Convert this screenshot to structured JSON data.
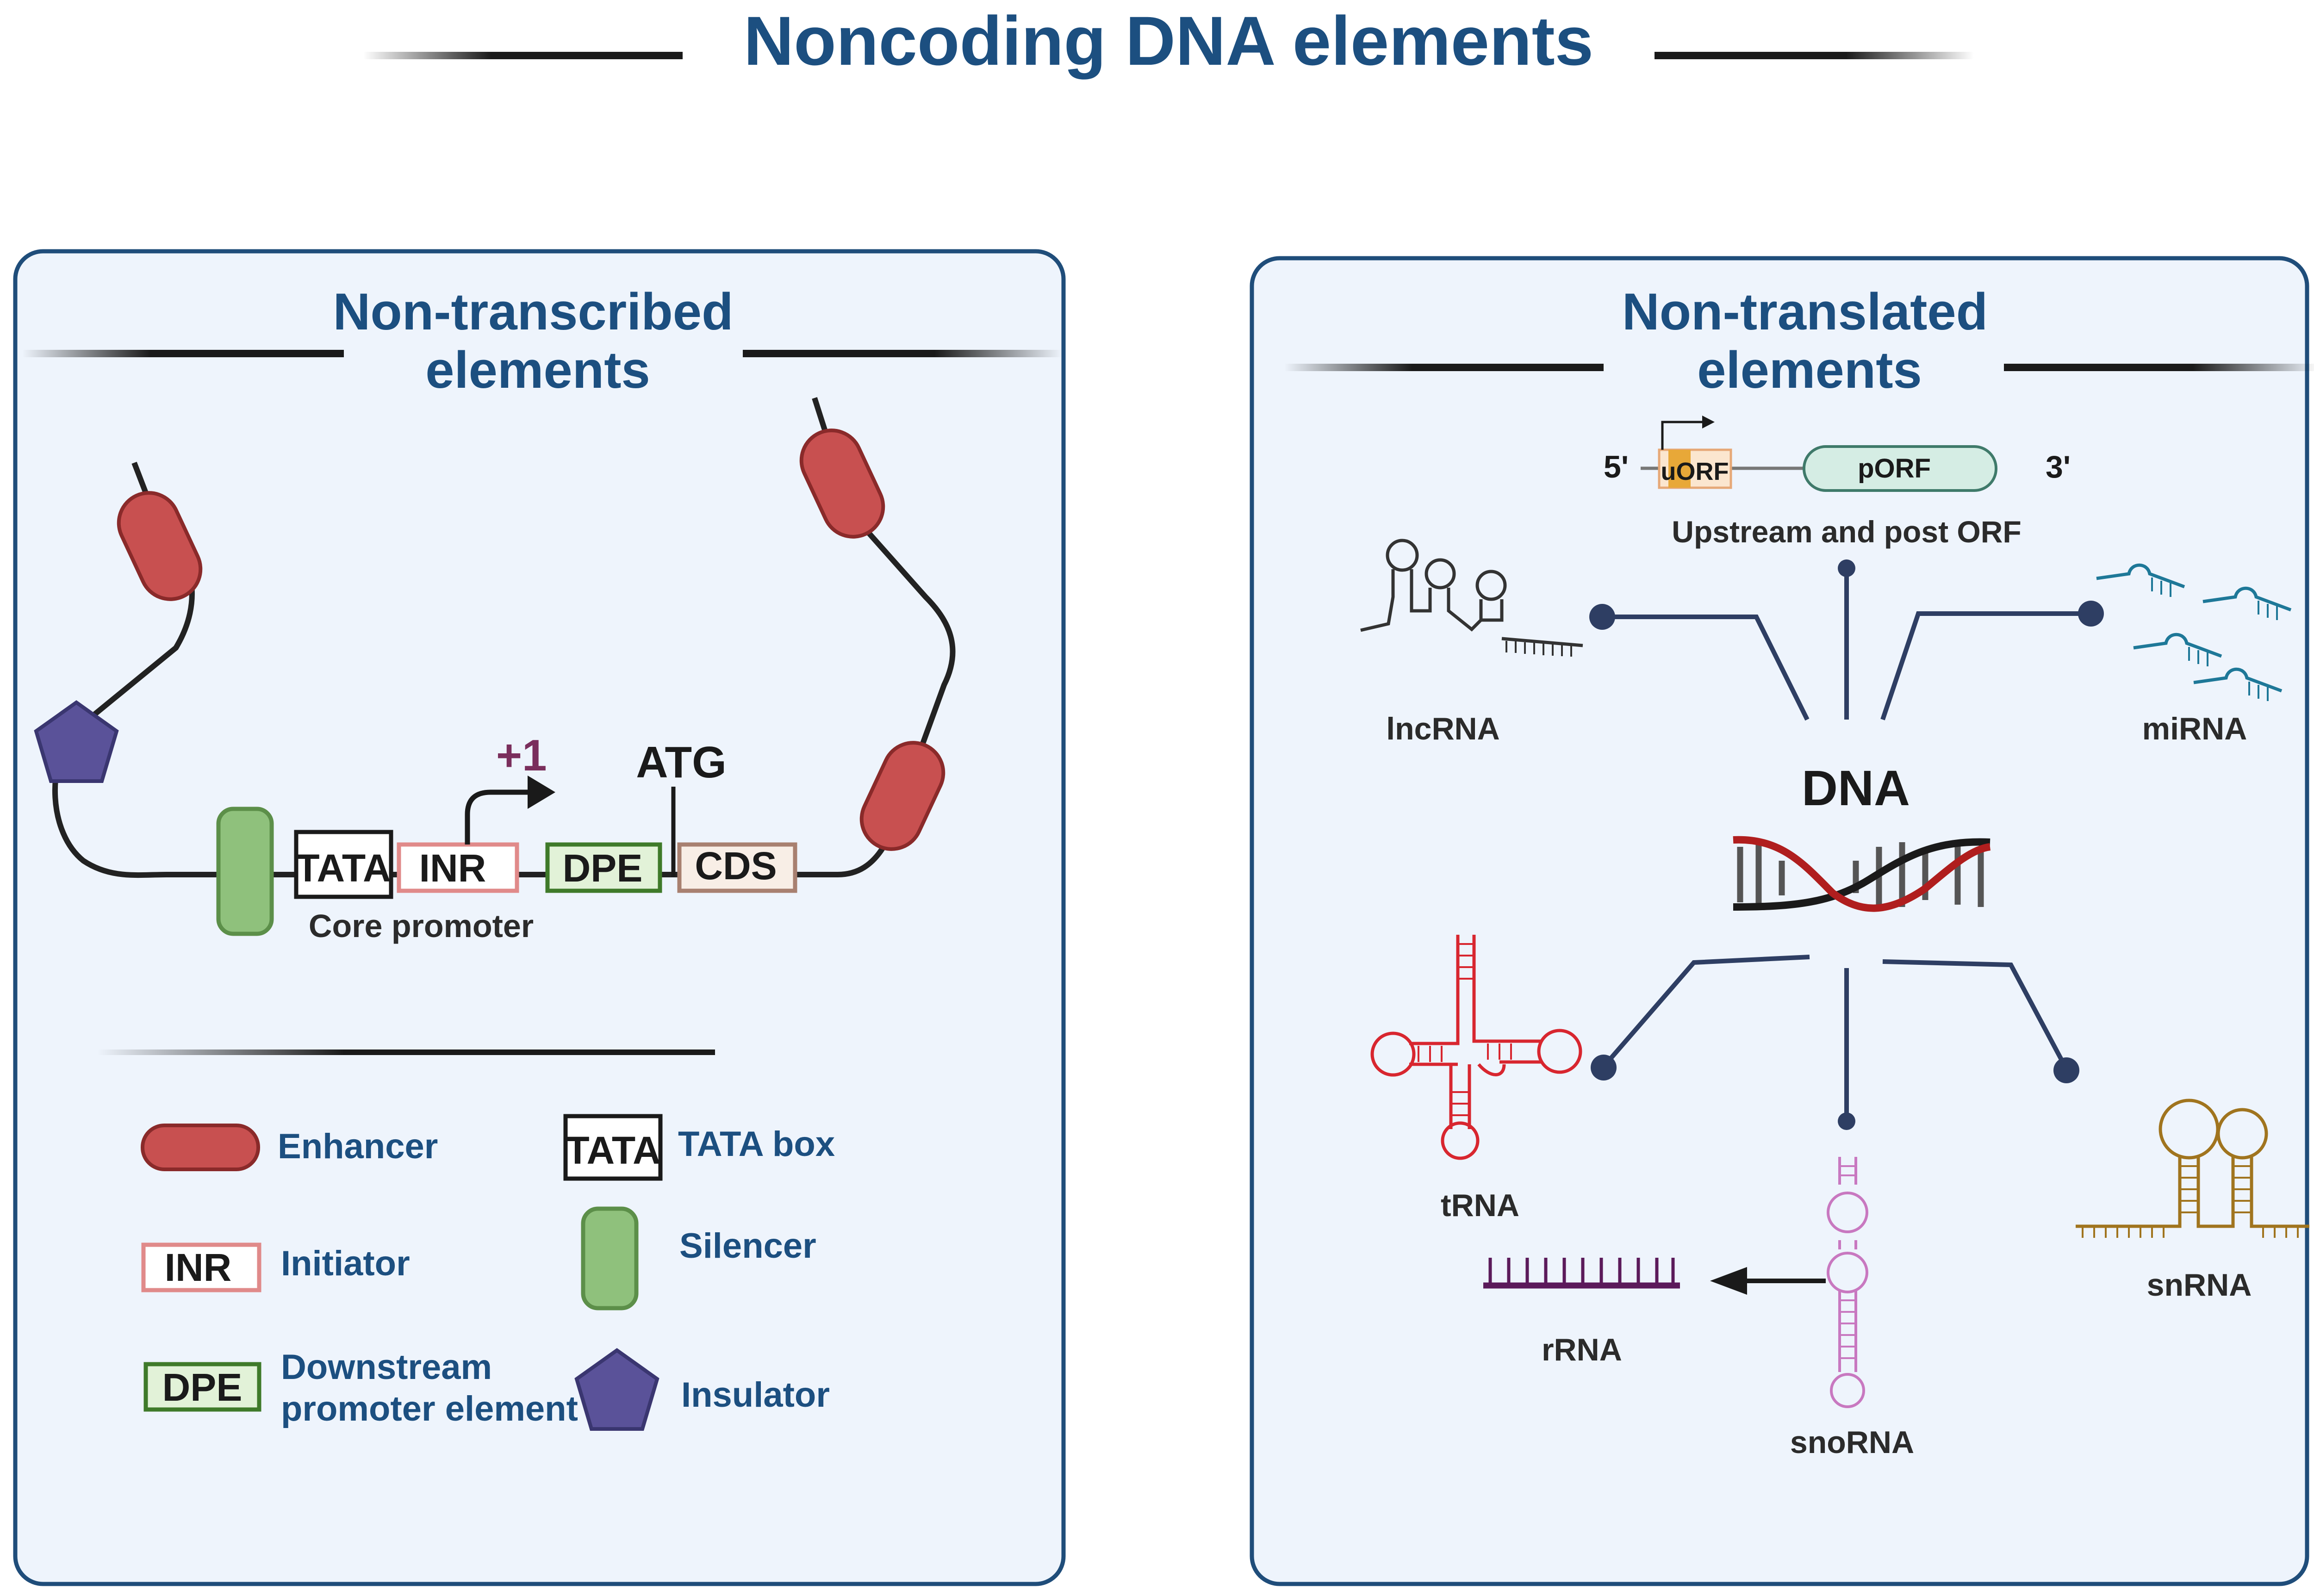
{
  "title": "Noncoding DNA elements",
  "left_panel": {
    "title_line1": "Non-transcribed",
    "title_line2": "elements",
    "tss_label": "+1",
    "atg_label": "ATG",
    "core_promoter_label": "Core promoter",
    "boxes": {
      "tata": "TATA",
      "inr": "INR",
      "dpe": "DPE",
      "cds": "CDS"
    },
    "legend": {
      "enhancer": "Enhancer",
      "initiator": "Initiator",
      "dpe_line1": "Downstream",
      "dpe_line2": "promoter element",
      "tata_box": "TATA box",
      "silencer": "Silencer",
      "insulator": "Insulator"
    }
  },
  "right_panel": {
    "title_line1": "Non-translated",
    "title_line2": "elements",
    "orf": {
      "five_prime": "5'",
      "three_prime": "3'",
      "uorf": "uORF",
      "porf": "pORF",
      "caption": "Upstream and post ORF"
    },
    "center_label": "DNA",
    "rna_labels": {
      "lncrna": "lncRNA",
      "mirna": "miRNA",
      "trna": "tRNA",
      "rrna": "rRNA",
      "snorna": "snoRNA",
      "snrna": "snRNA"
    }
  },
  "colors": {
    "title": "#1c4f80",
    "panel_fill": "#eef4fc",
    "panel_border": "#1f4d7a",
    "enhancer": "#c85050",
    "silencer": "#8fc17c",
    "insulator": "#5a5299",
    "inr": "#e08a8a",
    "dpe": "#3f7a2a",
    "cds": "#a88070",
    "trna": "#d8262f",
    "rrna": "#5b1a5a",
    "snorna": "#c878c0",
    "snrna": "#a0741e",
    "mirna": "#1e7898"
  }
}
